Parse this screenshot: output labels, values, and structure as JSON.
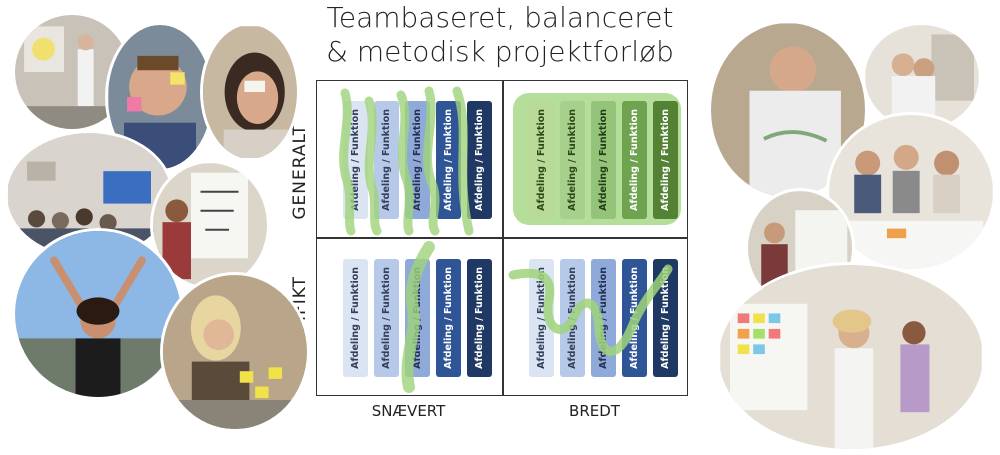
{
  "title": {
    "line1": "Teambaseret, balanceret",
    "line2": "& metodisk projektforløb"
  },
  "axes": {
    "y_top": "GENERALT",
    "y_bottom": "SPECIFIKT",
    "x_left": "SNÆVERT",
    "x_right": "BREDT"
  },
  "bar_label": "Afdeling / Funktion",
  "colors": {
    "blue_shades": [
      "#dbe4f3",
      "#b7c9e8",
      "#8fa9d9",
      "#2f5597",
      "#1f3864"
    ],
    "green_shades": [
      "#b9d996",
      "#a8d08d",
      "#94c47a",
      "#6fa350",
      "#548235"
    ],
    "highlight": "#9fd37a"
  },
  "photos_left": [
    "photo-workshop-presenter",
    "photo-man-sticky-note",
    "photo-woman-sticky-note",
    "photo-seminar-room",
    "photo-flipchart-woman",
    "photo-cheering-woman",
    "photo-sticky-notes-table"
  ],
  "photos_right": [
    "photo-smarter-shirt-man",
    "photo-lab-women",
    "photo-group-meeting",
    "photo-whiteboard-presenter",
    "photo-sticky-board-woman"
  ]
}
